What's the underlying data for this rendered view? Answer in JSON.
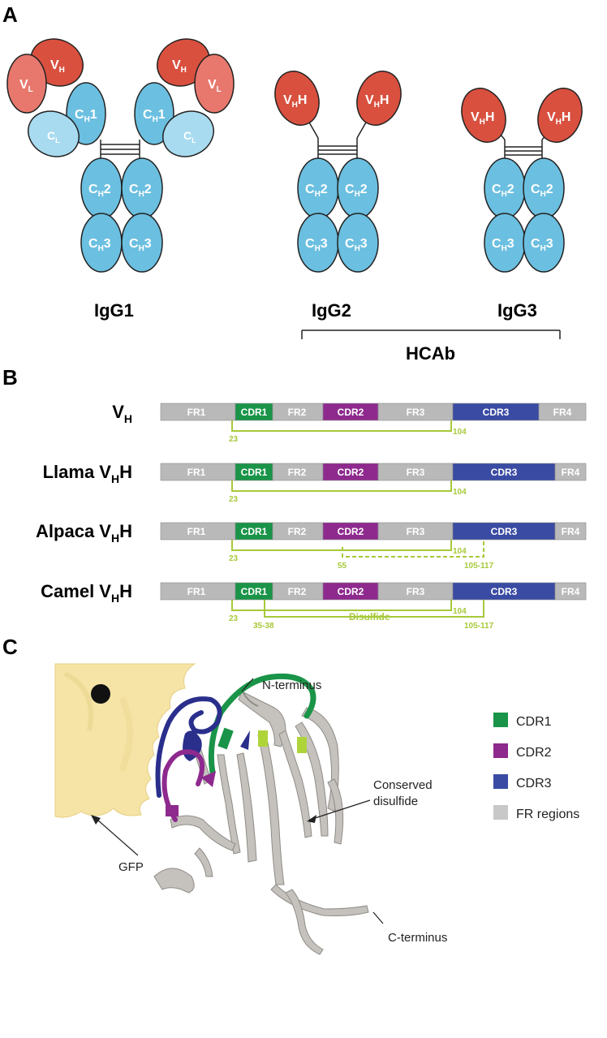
{
  "panels": {
    "a": "A",
    "b": "B",
    "c": "C"
  },
  "domains": {
    "vh": "V",
    "vh_sub": "H",
    "vl": "V",
    "vl_sub": "L",
    "cl": "C",
    "cl_sub": "L",
    "ch1": "C",
    "ch1_sub": "H",
    "ch1_suf": "1",
    "ch2": "C",
    "ch2_sub": "H",
    "ch2_suf": "2",
    "ch3": "C",
    "ch3_sub": "H",
    "ch3_suf": "3",
    "vhh": "V",
    "vhh_sub": "H",
    "vhh_suf": "H"
  },
  "antibodies": {
    "igg1": "IgG1",
    "igg2": "IgG2",
    "igg3": "IgG3",
    "hcab": "HCAb"
  },
  "rows": [
    {
      "name": "V",
      "sub": "H",
      "suffix": ""
    },
    {
      "name": "Llama V",
      "sub": "H",
      "suffix": "H"
    },
    {
      "name": "Alpaca V",
      "sub": "H",
      "suffix": "H"
    },
    {
      "name": "Camel V",
      "sub": "H",
      "suffix": "H"
    }
  ],
  "segments": {
    "fr1": "FR1",
    "cdr1": "CDR1",
    "fr2": "FR2",
    "cdr2": "CDR2",
    "fr3": "FR3",
    "cdr3": "CDR3",
    "fr4": "FR4"
  },
  "positions": {
    "p23": "23",
    "p104": "104",
    "p55": "55",
    "p105_117": "105-117",
    "p35_38": "35-38"
  },
  "disulfide_label": "Disulfide",
  "structure": {
    "n_terminus": "N-terminus",
    "c_terminus": "C-terminus",
    "conserved_disulfide_1": "Conserved",
    "conserved_disulfide_2": "disulfide",
    "gfp": "GFP"
  },
  "legend": [
    {
      "label": "CDR1",
      "color": "#1a9448"
    },
    {
      "label": "CDR2",
      "color": "#8e2a8e"
    },
    {
      "label": "CDR3",
      "color": "#3a4ba3"
    },
    {
      "label": "FR regions",
      "color": "#c8c8c8"
    }
  ],
  "colors": {
    "variable": "#d9503f",
    "light_variable": "#e8786d",
    "constant": "#6bbfe0",
    "light_constant": "#a8dbef",
    "fr": "#b9b9b9",
    "cdr1": "#1a9448",
    "cdr2": "#8e2a8e",
    "cdr3": "#3a4ba3",
    "disulfide": "#a7c93a"
  }
}
